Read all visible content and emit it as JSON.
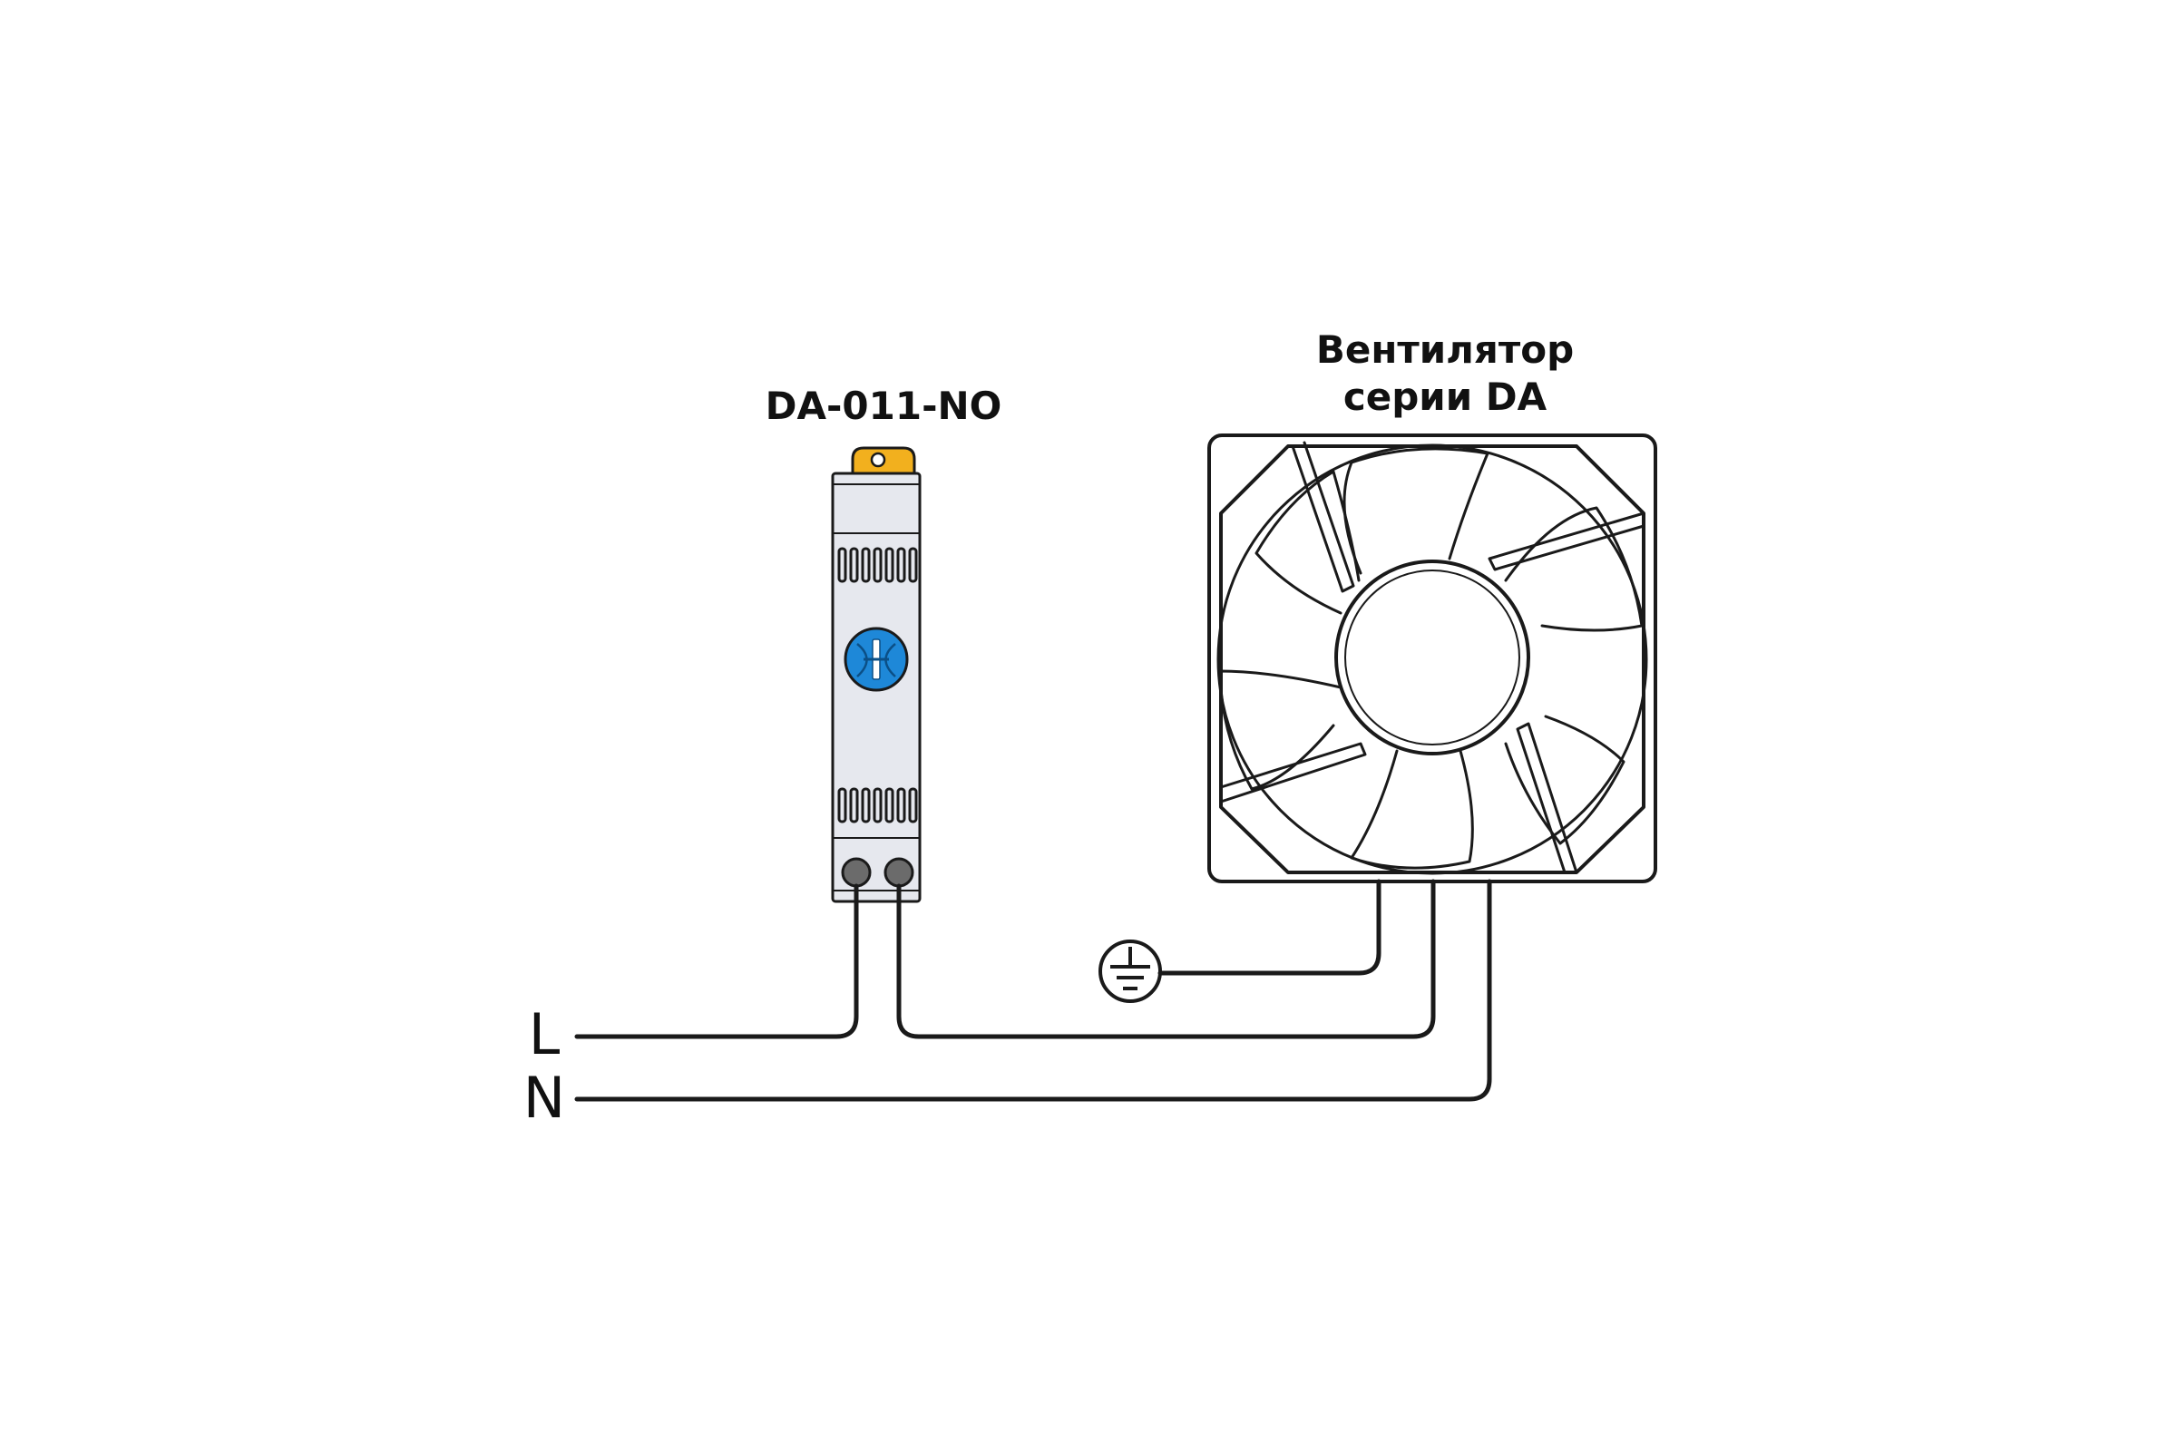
{
  "thermostat": {
    "model_label": "DA-011-NO",
    "knob_color": "#1e88d8",
    "clip_color": "#f2b01e",
    "housing_color": "#e6e8ee"
  },
  "fan": {
    "title_line1": "Вентилятор",
    "title_line2": "серии DA"
  },
  "supply": {
    "line_label": "L",
    "neutral_label": "N"
  },
  "ground": {
    "icon": "ground-symbol-icon"
  }
}
